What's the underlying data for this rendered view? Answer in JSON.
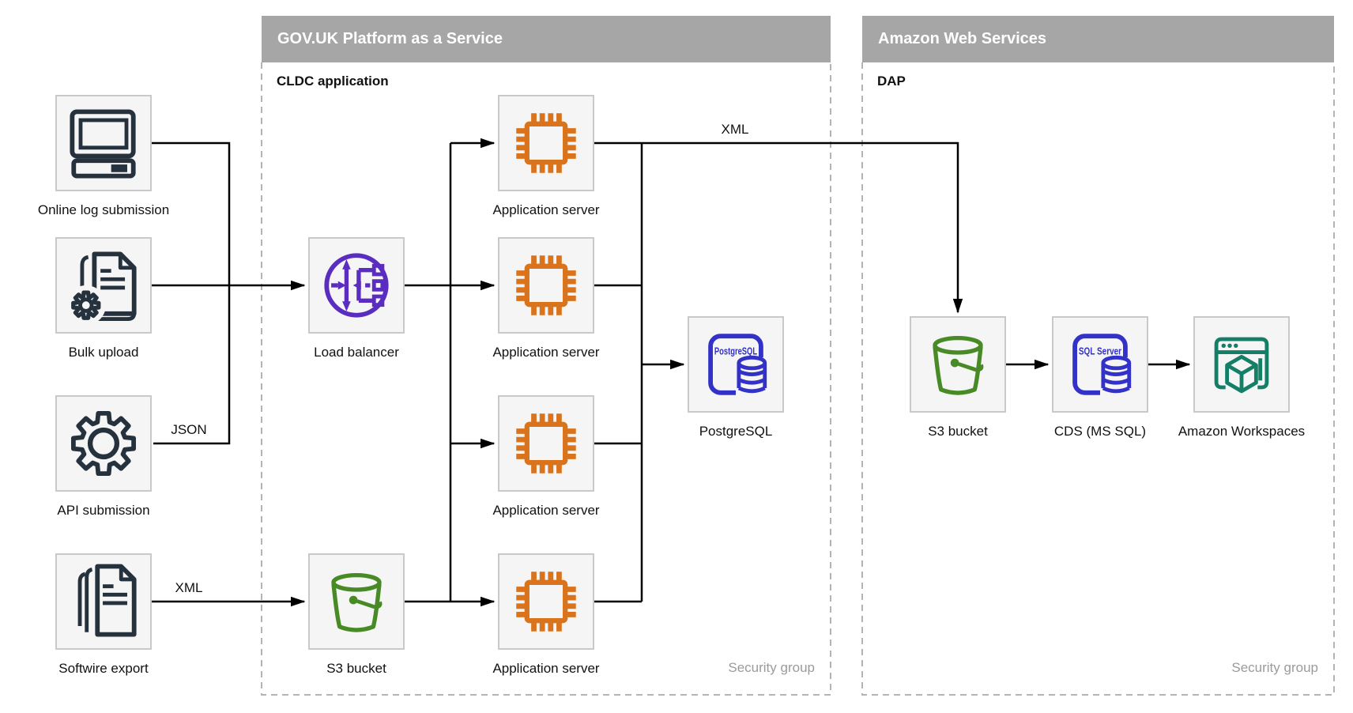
{
  "panels": {
    "govuk": {
      "title": "GOV.UK Platform as a Service",
      "subtitle": "CLDC application",
      "footer": "Security group"
    },
    "aws": {
      "title": "Amazon Web Services",
      "subtitle": "DAP",
      "footer": "Security group"
    }
  },
  "nodes": {
    "online_log": {
      "label": "Online log submission",
      "icon": "computer-icon"
    },
    "bulk_upload": {
      "label": "Bulk upload",
      "icon": "document-gear-icon"
    },
    "api_submission": {
      "label": "API submission",
      "icon": "gear-icon"
    },
    "softwire_export": {
      "label": "Softwire export",
      "icon": "documents-stack-icon"
    },
    "load_balancer": {
      "label": "Load balancer",
      "icon": "load-balancer-icon"
    },
    "s3_gov": {
      "label": "S3 bucket",
      "icon": "s3-bucket-icon"
    },
    "app_server_1": {
      "label": "Application server",
      "icon": "chip-icon"
    },
    "app_server_2": {
      "label": "Application server",
      "icon": "chip-icon"
    },
    "app_server_3": {
      "label": "Application server",
      "icon": "chip-icon"
    },
    "app_server_4": {
      "label": "Application server",
      "icon": "chip-icon"
    },
    "postgresql": {
      "label": "PostgreSQL",
      "icon": "database-icon",
      "icon_text": "PostgreSQL"
    },
    "s3_aws": {
      "label": "S3 bucket",
      "icon": "s3-bucket-icon"
    },
    "cds": {
      "label": "CDS (MS SQL)",
      "icon": "database-icon",
      "icon_text": "SQL Server"
    },
    "workspaces": {
      "label": "Amazon Workspaces",
      "icon": "workspaces-icon"
    }
  },
  "edge_labels": {
    "api_format": "JSON",
    "softwire_format": "XML",
    "app_to_aws_format": "XML"
  },
  "colors": {
    "header_gray": "#A6A6A6",
    "node_fill": "#F5F5F5",
    "node_border": "#C9C9C9",
    "dashed_border": "#B4B4B4",
    "line_black": "#000000",
    "dark_icon": "#26313E",
    "orange_icon": "#D9731C",
    "purple_icon": "#5A2DC0",
    "green_icon": "#478A26",
    "blue_icon": "#3231C8",
    "teal_icon": "#147E66",
    "muted_text": "#9B9B9B"
  }
}
